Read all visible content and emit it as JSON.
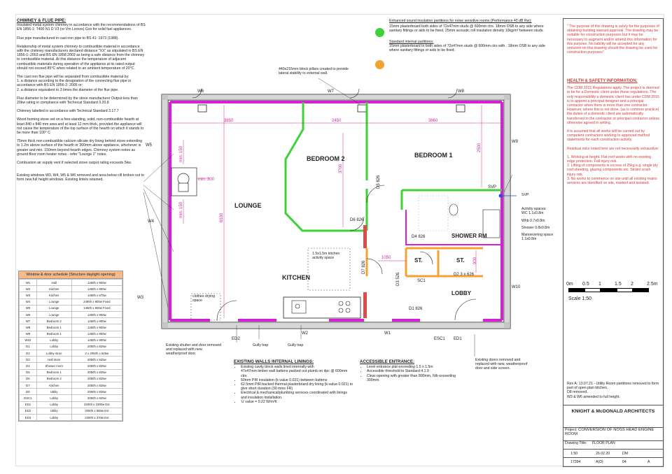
{
  "chimney": {
    "title": "CHIMNEY & FLUE PIPE:",
    "para1": "Insulated metal system chimney in accordance with the recommendations of BS EN 1856-1: T400 N1 D V3 (or Vm Lxxxxx) Gxx for solid fuel appliances.",
    "para2": "Flue pipe manufactured in cast iron pipe to BS 41: 1973 (1988).",
    "para3": "Relationship of metal system chimney to combustible material in accordance with the chimney manufacturers declared distance \"XX\" as stipulated in BS EN 1856-1: 2003 and BS EN 1858:2003 as being a safe distance from the chimney to combustible material. At this distance the temperature of adjacent combustible materials during operation of the appliance at its rated output should not exceed 85°C when related to an ambient temperature of 20°C.",
    "para4": "The cast iron flue pipe will be separated from combustible material by:",
    "item1": "1.   a distance according to the designation of the connecting flue pipe in accordance with BS EN 1856-2: 2005 or;",
    "item2": "2.   a distance equivalent to 3 times the diameter of the flue pipe.",
    "para5": "Flue diameter to be determined by the stove manufacturer Output  less than 20kw rating in compliance with Technical Standard 3.20.8",
    "para6": "Chimney labelled in accordance with Technical Standard 3.17.7",
    "para7": "Wood burning stove set on a free-standing, solid, non-combustible hearth at least 840 x 840 mm area and at least 12 mm thick, provided the appliance will not cause the temperature of the top surface of the hearth on which it stands to be more than 100° C",
    "para8": "75mm thick non combustible calcium silicate dry lining behind stove extending to 1.2m above surface of the hearth or 300mm above appliance, whichever is greater and min. 150mm beyond hearth edges. Chimney system notes as ground floor room heater notes - refer \"Lounge 1\" notes.",
    "para9": "Combustion air supply vent if selected stove output rating exceeds 5kw.",
    "para10": "Existing windows W3, W4, W5 & W6 removed and area below cill broken out to form new full height windows. Existing lintels retained."
  },
  "schedule": {
    "caption": "Window & door schedule (Structure daylight opening)",
    "rows": [
      [
        "W1",
        "Hall",
        "1460h x 900w"
      ],
      [
        "W2",
        "Kitchen",
        "1460h x 900w"
      ],
      [
        "W3",
        "Kitchen",
        "1460h x 675w"
      ],
      [
        "W4",
        "Lounge",
        "2490h x 900w Fixed"
      ],
      [
        "W5",
        "Lounge",
        "1460h x 900w Fixed"
      ],
      [
        "W6",
        "Lounge",
        "1460h x 900w"
      ],
      [
        "W7",
        "Bedroom 2",
        "1460h x 900w"
      ],
      [
        "W8",
        "Bedroom 1",
        "1460h x 900w"
      ],
      [
        "W9",
        "Bedroom 1",
        "1460h x 900w"
      ],
      [
        "W10",
        "Lobby",
        "1460h x 900w"
      ],
      [
        "D1",
        "Lobby",
        "2050h x 826w"
      ],
      [
        "D2",
        "Lobby store",
        "2 x 2050h x 626w"
      ],
      [
        "D3",
        "Hall store",
        "2050h x 526w"
      ],
      [
        "D4",
        "Shower room",
        "2050h x 826w"
      ],
      [
        "D5",
        "Bedroom 1",
        "2050h x 826w"
      ],
      [
        "D6",
        "Bedroom 2",
        "2050h x 826w"
      ],
      [
        "D7",
        "Kitchen",
        "2050h x 826w"
      ],
      [
        "D8",
        "Utility",
        "2050h x 826w"
      ],
      [
        "ESC1",
        "Lobby",
        "2050h x 926w"
      ],
      [
        "ED1",
        "Lobby",
        "2200h x 1000w Ext"
      ],
      [
        "ED2",
        "Utility",
        "2000h x 650w Ext"
      ],
      [
        "ED3",
        "Lobby",
        "2200h x 370w Ext"
      ]
    ]
  },
  "legend": {
    "title": "Enhanced sound insulation partitions for noise sensitive rooms (Performance 40 dB Rw):",
    "green_text": "15mm plasterboard both sides of 72x47mm studs @ 600mm ctrs.  18mm OSB to any side where sanitary fittings or aids to be fixed.  25mm acoustic roll insulation density 10kg/m³ between studs.",
    "std_title": "Standard internal partitions:",
    "orange_text": "15mm plasterboard to both sides of 72x47mm studs @ 600mm ctrs with .  18mm OSB to any side where sanitary fittings or aids to be fixed.",
    "green_color": "#3ed13a",
    "orange_color": "#f5a234"
  },
  "notes": {
    "pillars": "440x215mm block pillars created to provide lateral stability to external wall.",
    "existing_shutter": "Existing shutter and door removed and replaced with new, weatherproof door.",
    "existing_doors": "Existing doors removed and replaced with new, weatherproof door and side screen.",
    "clothes": "clothes drying space",
    "kitchen_space": "1.5x1.5m kitchen activity space",
    "gully1": "Gully trap",
    "gully2": "Gully trap"
  },
  "walls": {
    "title": "EXISTING WALLS INTERNAL LININGS:",
    "items": [
      "Existing cavity block walls lined internally with",
      "47x47mm timber wall battens packed out plumb on dpc @ 600mm ctrs.",
      "50mm PIR insulation (k-value 0.021) between battens",
      "62.5mm PIR backed thermal plasterboard dry lining (k-value 0.021) to give short duration (30 mins FR)",
      "Electrical & mechanical/plumbing services coordinated with linings and insulation installation.",
      "'u' value = 0.22 W/m²K"
    ]
  },
  "access": {
    "title": "ACCESSIBLE ENTRANCE:",
    "items": [
      "Level entrance plat exceeding 1.5 x 1.5m",
      "Accessible threshold to Standard 4.1.9",
      "Clear opening with greater than 800mm, Nib exceeding 300mm."
    ]
  },
  "activity": {
    "svp": "SVP",
    "title": "Activity spaces:",
    "wc": "WC 1.1x0.8m",
    "whb": "Whb 0.7x0.8m",
    "shower": "Shower 0.8x0.8m",
    "manoeuvring": "Manoeuvring space 1.1x0.8m"
  },
  "rooms": {
    "lounge": "LOUNGE",
    "bedroom2": "BEDROOM 2",
    "bedroom1": "BEDROOM 1",
    "kitchen": "KITCHEN",
    "shower": "SHOWER RM",
    "lobby": "LOBBY",
    "st1": "ST.",
    "st2": "ST."
  },
  "plan_labels": {
    "w1": "W1",
    "w2": "W2",
    "w3": "W3",
    "w4": "W4",
    "w5": "W5",
    "w6": "W6",
    "w7": "W7",
    "w8": "W8",
    "w9": "W9",
    "w10": "W10",
    "ed1": "ED1",
    "ed2": "ED2",
    "esc1": "ESC1",
    "sc1": "SC1",
    "svp": "SVP",
    "d1": "D1 826",
    "d2": "D2 3 x 626",
    "d3": "D3 526",
    "d4": "D4 826",
    "d5": "D5 826",
    "d6": "D6 826",
    "d7": "D7 826",
    "dim_3650": "3650",
    "dim_2450": "2450",
    "dim_3860": "3860",
    "dim_6530": "6530",
    "dim_3700": "3700",
    "dim_2500": "2500",
    "dim_1050": "1050",
    "dim_900": "900",
    "dim_300": "min. 300",
    "dim_150a": "min. 150",
    "dim_150b": "min. 150"
  },
  "disclaimer": "\" The purpose of this drawing is solely for the purposes of obtaining building warrant approval.  The drawing may be suitable for construction purposes but it may be necessary to augment and/or amend this information for this purpose.  No liability will be accepted for any omission on this drawing should the drawing be used for construction purposes\"",
  "health": {
    "title": "HEALTH & SAFETY INFORMATION:",
    "p1": "The CDM 2015 Regulations apply.  The project is deemed to be for a Domestic client under these regulations.  The only responsibility a domestic client has under CDM 2015 is to appoint a principal designer and a principal contractor when there is more than one contractor. However, where this is not done, (as is common practice) the duties of a domestic client are automatically transferred to the contractor or principal contractor unless otherwise agreed in writing.",
    "p2": "It is assumed that all works will be carried out by competent contractors working to approved method statements for each construction activity.",
    "p3": "Residual risks noted here are not necessarily exhaustive:",
    "r1": "1.   Working at height.  Flat roof works with no existing edge protection.  Fall injury risk.",
    "r2": "2.   Lifting of components in excess of 25kg e.g. single ply roof sheeting, glazing components etc.  Strain/ crush injury risk.",
    "r3": "3.   No works to commence on site until all existing mains services are identified on site, marked and isolated."
  },
  "scale": {
    "ticks": [
      "0m",
      "0.5",
      "1",
      "1.5",
      "2",
      "2.5m"
    ],
    "label": "Scale 1:50"
  },
  "revision": "Rev A: 13.07.21 - Utility Room partitions removed to form part of open plan kitchen.\nD8 removed.\nW3 & W6 amended to full height.",
  "firm": "KNIGHT & McDONALD ARCHITECTS",
  "project": {
    "label": "Project:",
    "name": "CONVERSION OF NOSS HEAD ENGINE ROOM",
    "drawing_label": "Drawing Title:",
    "drawing_title": "FLOOR PLAN",
    "scale": "1:50",
    "date": "26.02.20",
    "drawn": "DM",
    "job": "17394",
    "sheet": "A(D)",
    "dwg_no": "04",
    "rev": "A"
  }
}
